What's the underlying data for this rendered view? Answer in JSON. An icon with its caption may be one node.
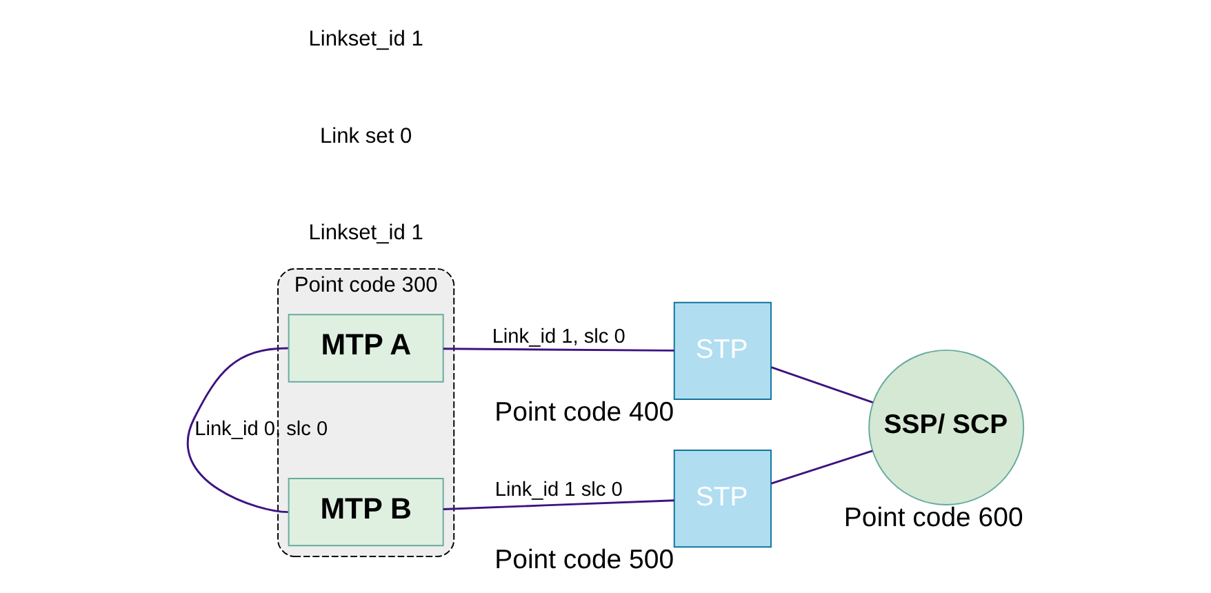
{
  "diagram": {
    "nodes": [
      {
        "text": [
          "Point code 300"
        ]
      },
      {
        "text": [
          "MTP A"
        ],
        "in": 0
      },
      {
        "text": [
          "MTP B"
        ],
        "in": 0
      },
      {
        "text": [
          "STP"
        ],
        "beside": [
          "Point code 400"
        ]
      },
      {
        "text": [
          "STP"
        ],
        "beside": [
          "Point code 500"
        ]
      },
      {
        "text": [
          "SSP/ SCP"
        ],
        "beside": [
          "Point code 600"
        ]
      }
    ],
    "edges": [
      {
        "from": 1,
        "to": 2,
        "arrow": "none",
        "label": "Link_id 0, slc 0"
      },
      {
        "from": 1,
        "to": 3,
        "arrow": "none",
        "label": "Link_id 1, slc 0"
      },
      {
        "from": 2,
        "to": 4,
        "arrow": "none",
        "label": "Link_id 1 slc 0"
      },
      {
        "from": 3,
        "to": 5,
        "arrow": "none"
      },
      {
        "from": 4,
        "to": 5,
        "arrow": "none"
      }
    ],
    "labels": [
      "Linkset_id 1",
      "Link set 0",
      "Linkset_id 1"
    ]
  }
}
